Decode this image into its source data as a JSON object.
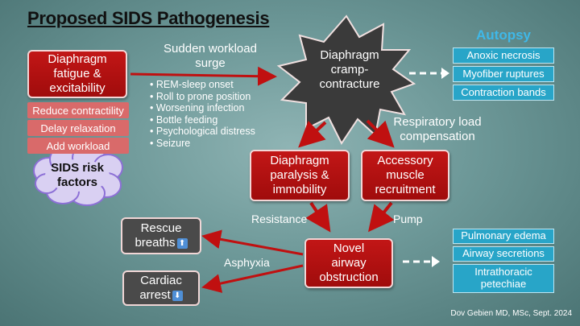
{
  "title": "Proposed SIDS Pathogenesis",
  "fatigue_box": {
    "line1": "Diaphragm",
    "line2": "fatigue &",
    "line3": "excitability"
  },
  "risk_factors": [
    "Reduce contractility",
    "Delay relaxation",
    "Add workload"
  ],
  "cloud": {
    "line1": "SIDS risk",
    "line2": "factors"
  },
  "surge_label": {
    "line1": "Sudden workload",
    "line2": "surge"
  },
  "triggers": [
    "REM-sleep onset",
    "Roll to prone position",
    "Worsening infection",
    "Bottle feeding",
    "Psychological distress",
    "Seizure"
  ],
  "cramp": {
    "line1": "Diaphragm",
    "line2": "cramp-",
    "line3": "contracture"
  },
  "autopsy": {
    "title": "Autopsy",
    "items": [
      "Anoxic necrosis",
      "Myofiber ruptures",
      "Contraction bands"
    ]
  },
  "respiratory_label": {
    "line1": "Respiratory load",
    "line2": "compensation"
  },
  "paralysis_box": {
    "line1": "Diaphragm",
    "line2": "paralysis &",
    "line3": "immobility"
  },
  "accessory_box": {
    "line1": "Accessory",
    "line2": "muscle",
    "line3": "recruitment"
  },
  "resistance_label": "Resistance",
  "pump_label": "Pump",
  "obstruction_box": {
    "line1": "Novel",
    "line2": "airway",
    "line3": "obstruction"
  },
  "asphyxia_label": "Asphyxia",
  "rescue_box": {
    "line1": "Rescue",
    "line2": "breaths",
    "badge": "⬆"
  },
  "cardiac_box": {
    "line1": "Cardiac",
    "line2": "arrest",
    "badge": "⬇"
  },
  "outcomes": [
    "Pulmonary edema",
    "Airway secretions",
    "Intrathoracic petechiae"
  ],
  "credit": "Dov Gebien MD, MSc, Sept. 2024",
  "colors": {
    "red": "#b01010",
    "cyan": "#28a5c8",
    "pink": "#d96a6a",
    "grey": "#4a4a4a",
    "background": "#6d9898"
  }
}
